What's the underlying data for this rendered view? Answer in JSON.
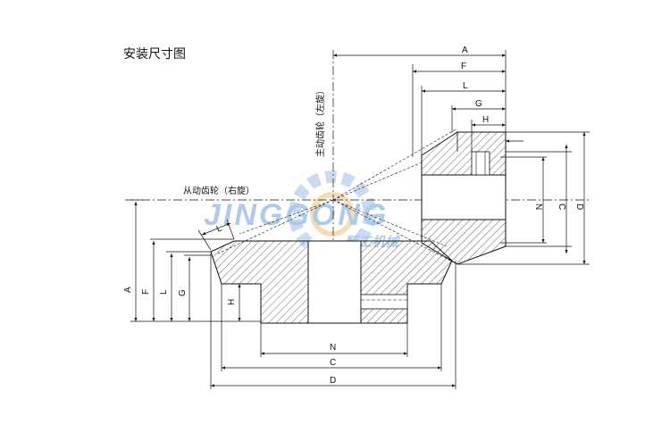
{
  "title": "安装尺寸图",
  "labels": {
    "drive_gear": "主动齿轮（左旋）",
    "driven_gear": "从动齿轮（右旋）"
  },
  "watermark": {
    "brand": "JINGGONG",
    "cn": "精工机械",
    "color": "#6f9fd6",
    "accent": "#f2b84c"
  },
  "dims": {
    "top": {
      "A": "A",
      "F": "F",
      "L": "L",
      "G": "G",
      "H": "H"
    },
    "right": {
      "N": "N",
      "C": "C",
      "D": "D"
    },
    "left": {
      "A": "A",
      "F": "F",
      "L": "L",
      "G": "G",
      "H": "H"
    },
    "bottom": {
      "N": "N",
      "C": "C",
      "D": "D"
    },
    "cone": "L"
  },
  "colors": {
    "line": "#111111",
    "hatch": "#222222"
  }
}
